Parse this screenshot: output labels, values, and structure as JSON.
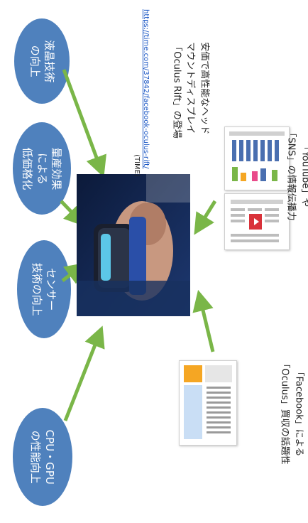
{
  "ovals": [
    {
      "id": "liquid-crystal",
      "text": "液晶技術\nの向上"
    },
    {
      "id": "mass-production",
      "text": "量産効果\nによる\n低価格化"
    },
    {
      "id": "sensor",
      "text": "センサー\n技術の向上"
    },
    {
      "id": "cpu-gpu",
      "text": "CPU・GPU\nの性能向上"
    }
  ],
  "photo_caption": {
    "source_label": "(TIME)",
    "source_url": "https://time.com/37842/facebook-oculus-rift/",
    "title": "安価で高性能なヘッド\nマウントディスプレイ\n「Oculus Rift」の登場"
  },
  "youtube_caption": "「YouTube」や\n「SNS」の情報伝播力",
  "facebook_caption": "「Facebook」による\n「Oculus」買収の話題性",
  "colors": {
    "oval": "#4f81bd",
    "arrow": "#7ab648",
    "accent_orange": "#f5a623",
    "accent_blue": "#c9def5"
  }
}
